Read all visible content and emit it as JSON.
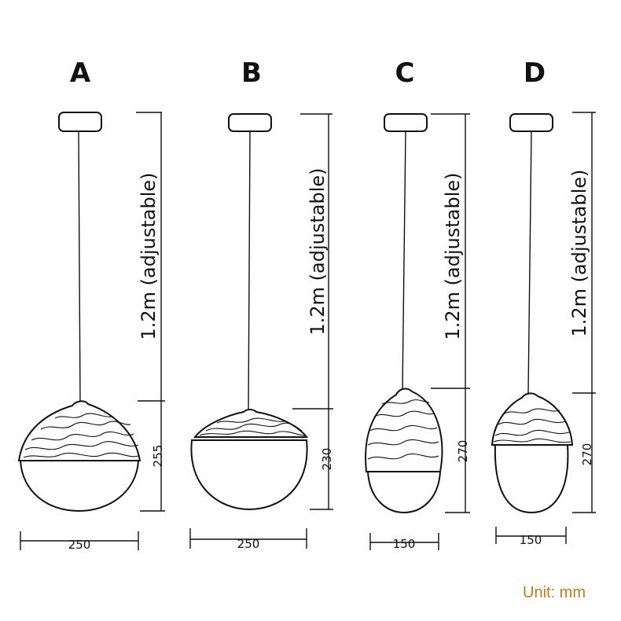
{
  "lamps": [
    {
      "label": "A",
      "height_text": "1.2m (adjustable)",
      "shade_height": "255",
      "width": "250"
    },
    {
      "label": "B",
      "height_text": "1.2m (adjustable)",
      "shade_height": "230",
      "width": "250"
    },
    {
      "label": "C",
      "height_text": "1.2m (adjustable)",
      "shade_height": "270",
      "width": "150"
    },
    {
      "label": "D",
      "height_text": "1.2m (adjustable)",
      "shade_height": "270",
      "width": "150"
    }
  ],
  "unit_text": "Unit: mm"
}
